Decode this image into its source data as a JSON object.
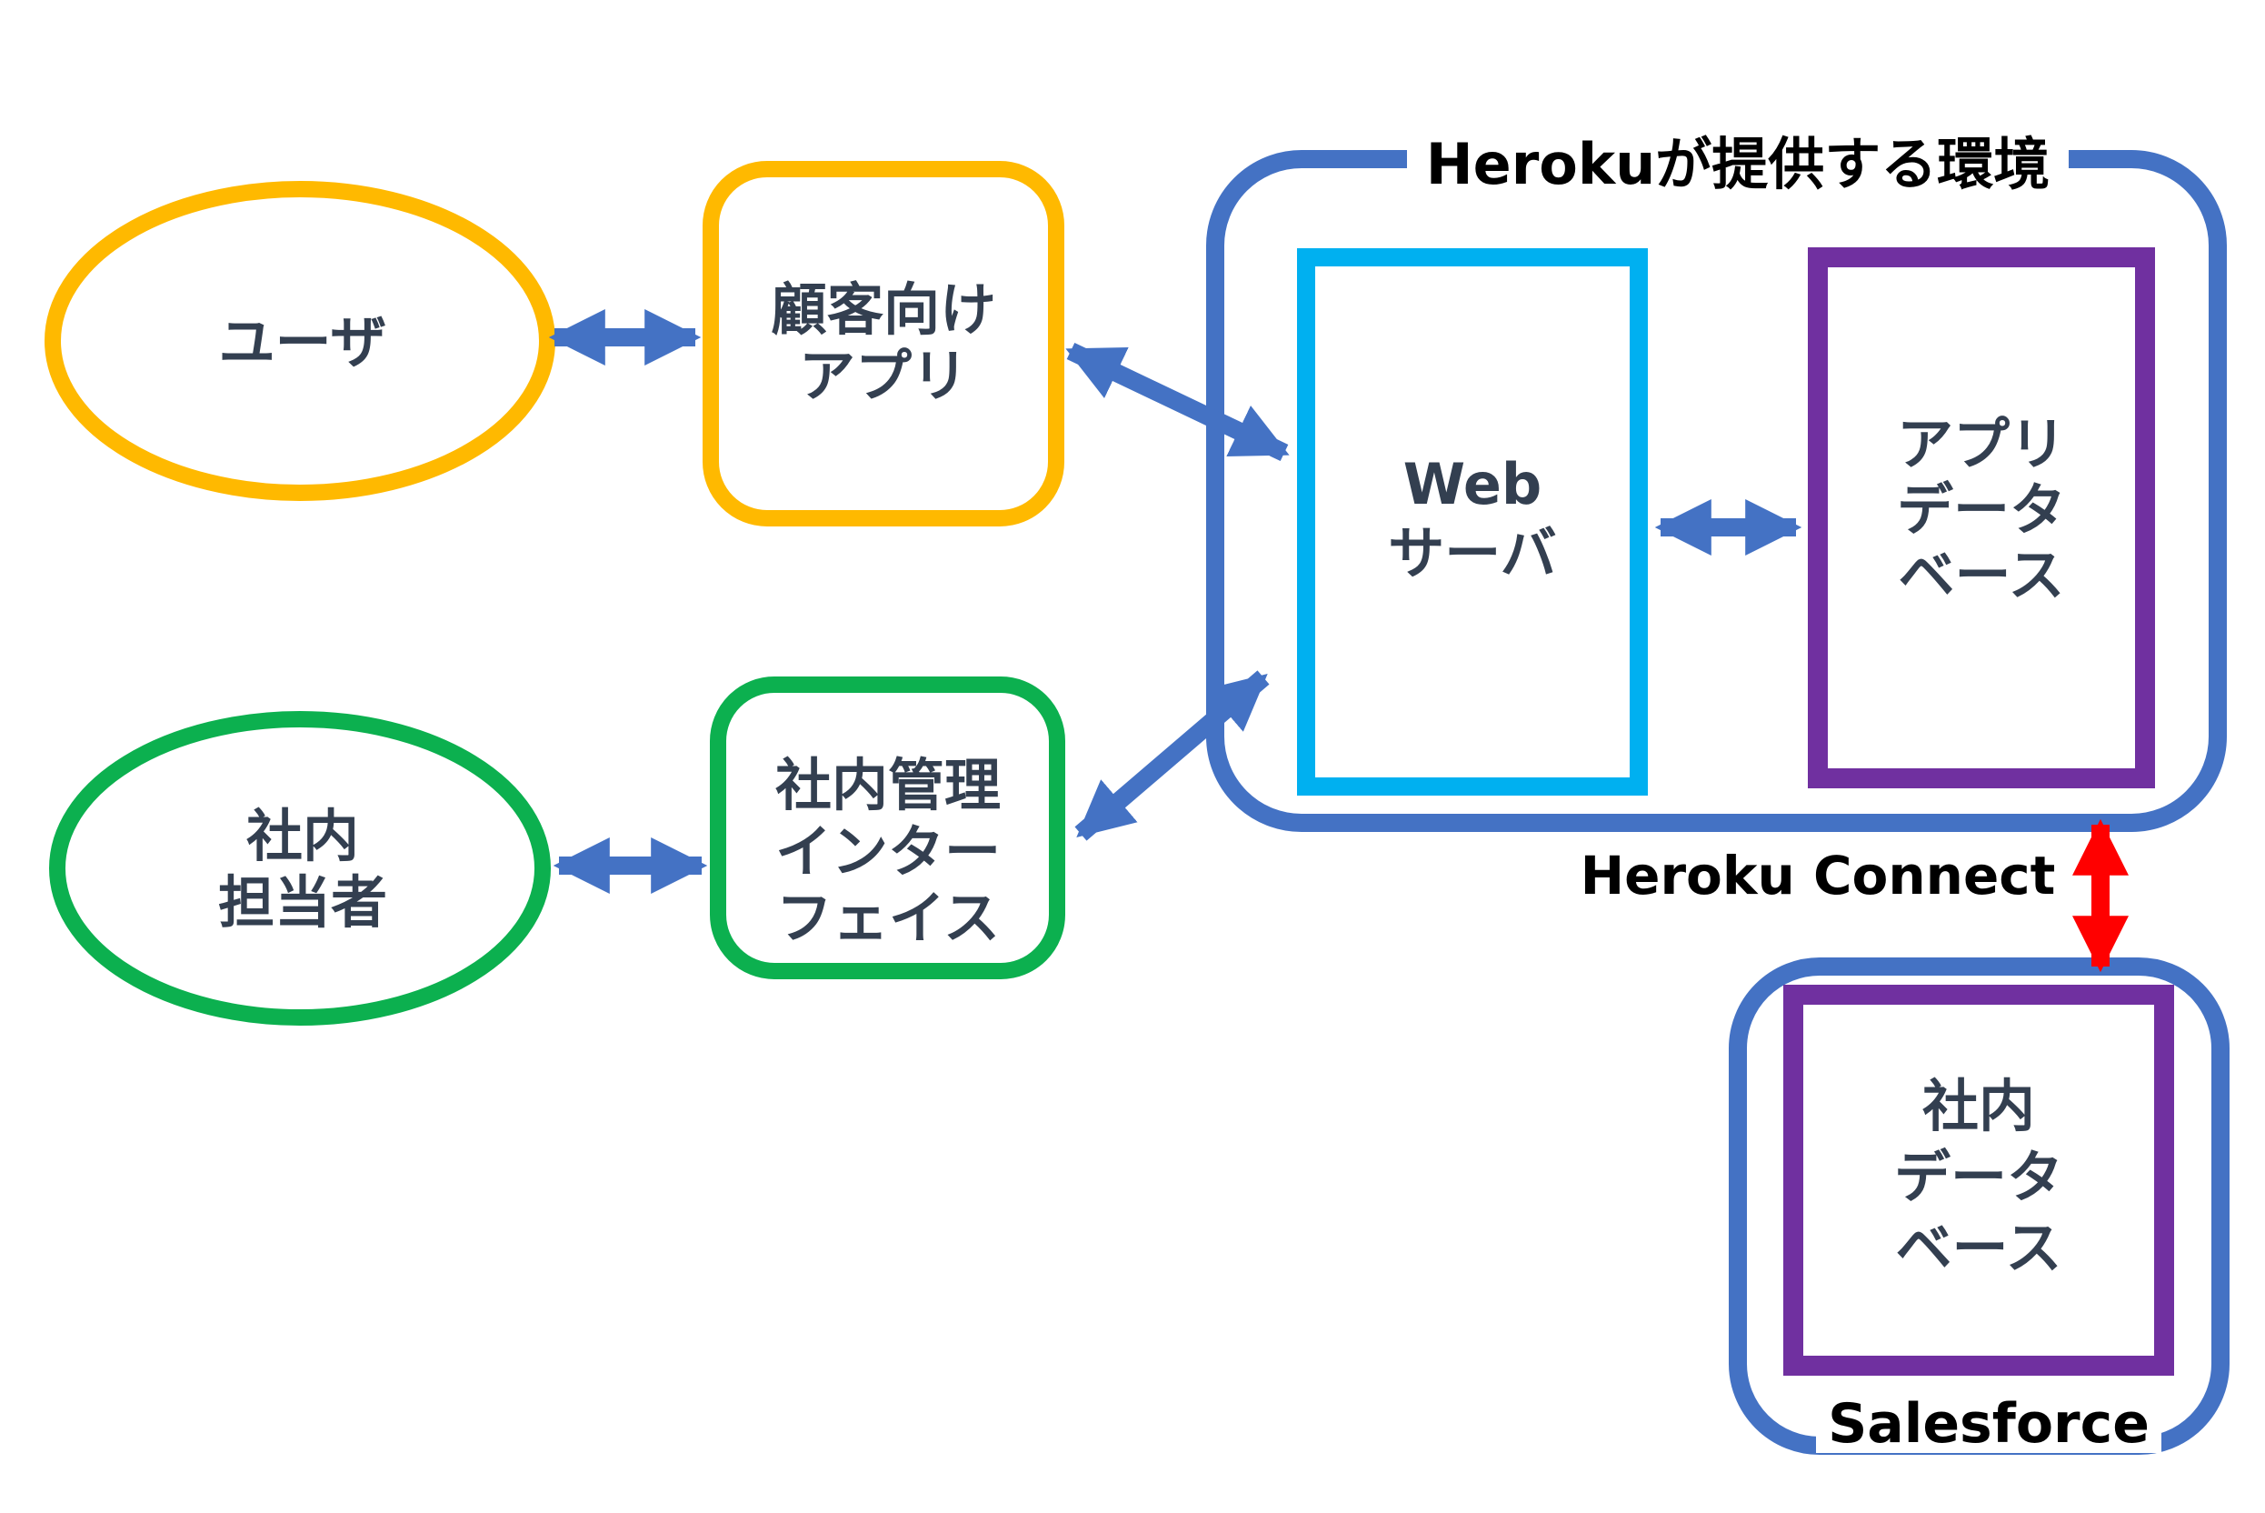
{
  "colors": {
    "blue_accent": "#4472C4",
    "cyan": "#00B0F0",
    "purple": "#7030A0",
    "green": "#0CB04F",
    "gold": "#FFB900",
    "red": "#FF0000",
    "node_text": "#333F50",
    "label_text": "#000000",
    "background": "#FFFFFF"
  },
  "containers": {
    "heroku": {
      "label": "Herokuが提供する環境"
    },
    "salesforce": {
      "label": "Salesforce"
    }
  },
  "nodes": {
    "user": {
      "label": "ユーザ"
    },
    "customer_app": {
      "lines": [
        "顧客向け",
        "アプリ"
      ]
    },
    "internal_staff": {
      "lines": [
        "社内",
        "担当者"
      ]
    },
    "internal_admin_interface": {
      "lines": [
        "社内管理",
        "インター",
        "フェイス"
      ]
    },
    "web_server": {
      "lines": [
        "Web",
        "サーバ"
      ]
    },
    "app_database": {
      "lines": [
        "アプリ",
        "データ",
        "ベース"
      ]
    },
    "internal_database": {
      "lines": [
        "社内",
        "データ",
        "ベース"
      ]
    }
  },
  "connections": {
    "heroku_connect_label": "Heroku Connect"
  }
}
